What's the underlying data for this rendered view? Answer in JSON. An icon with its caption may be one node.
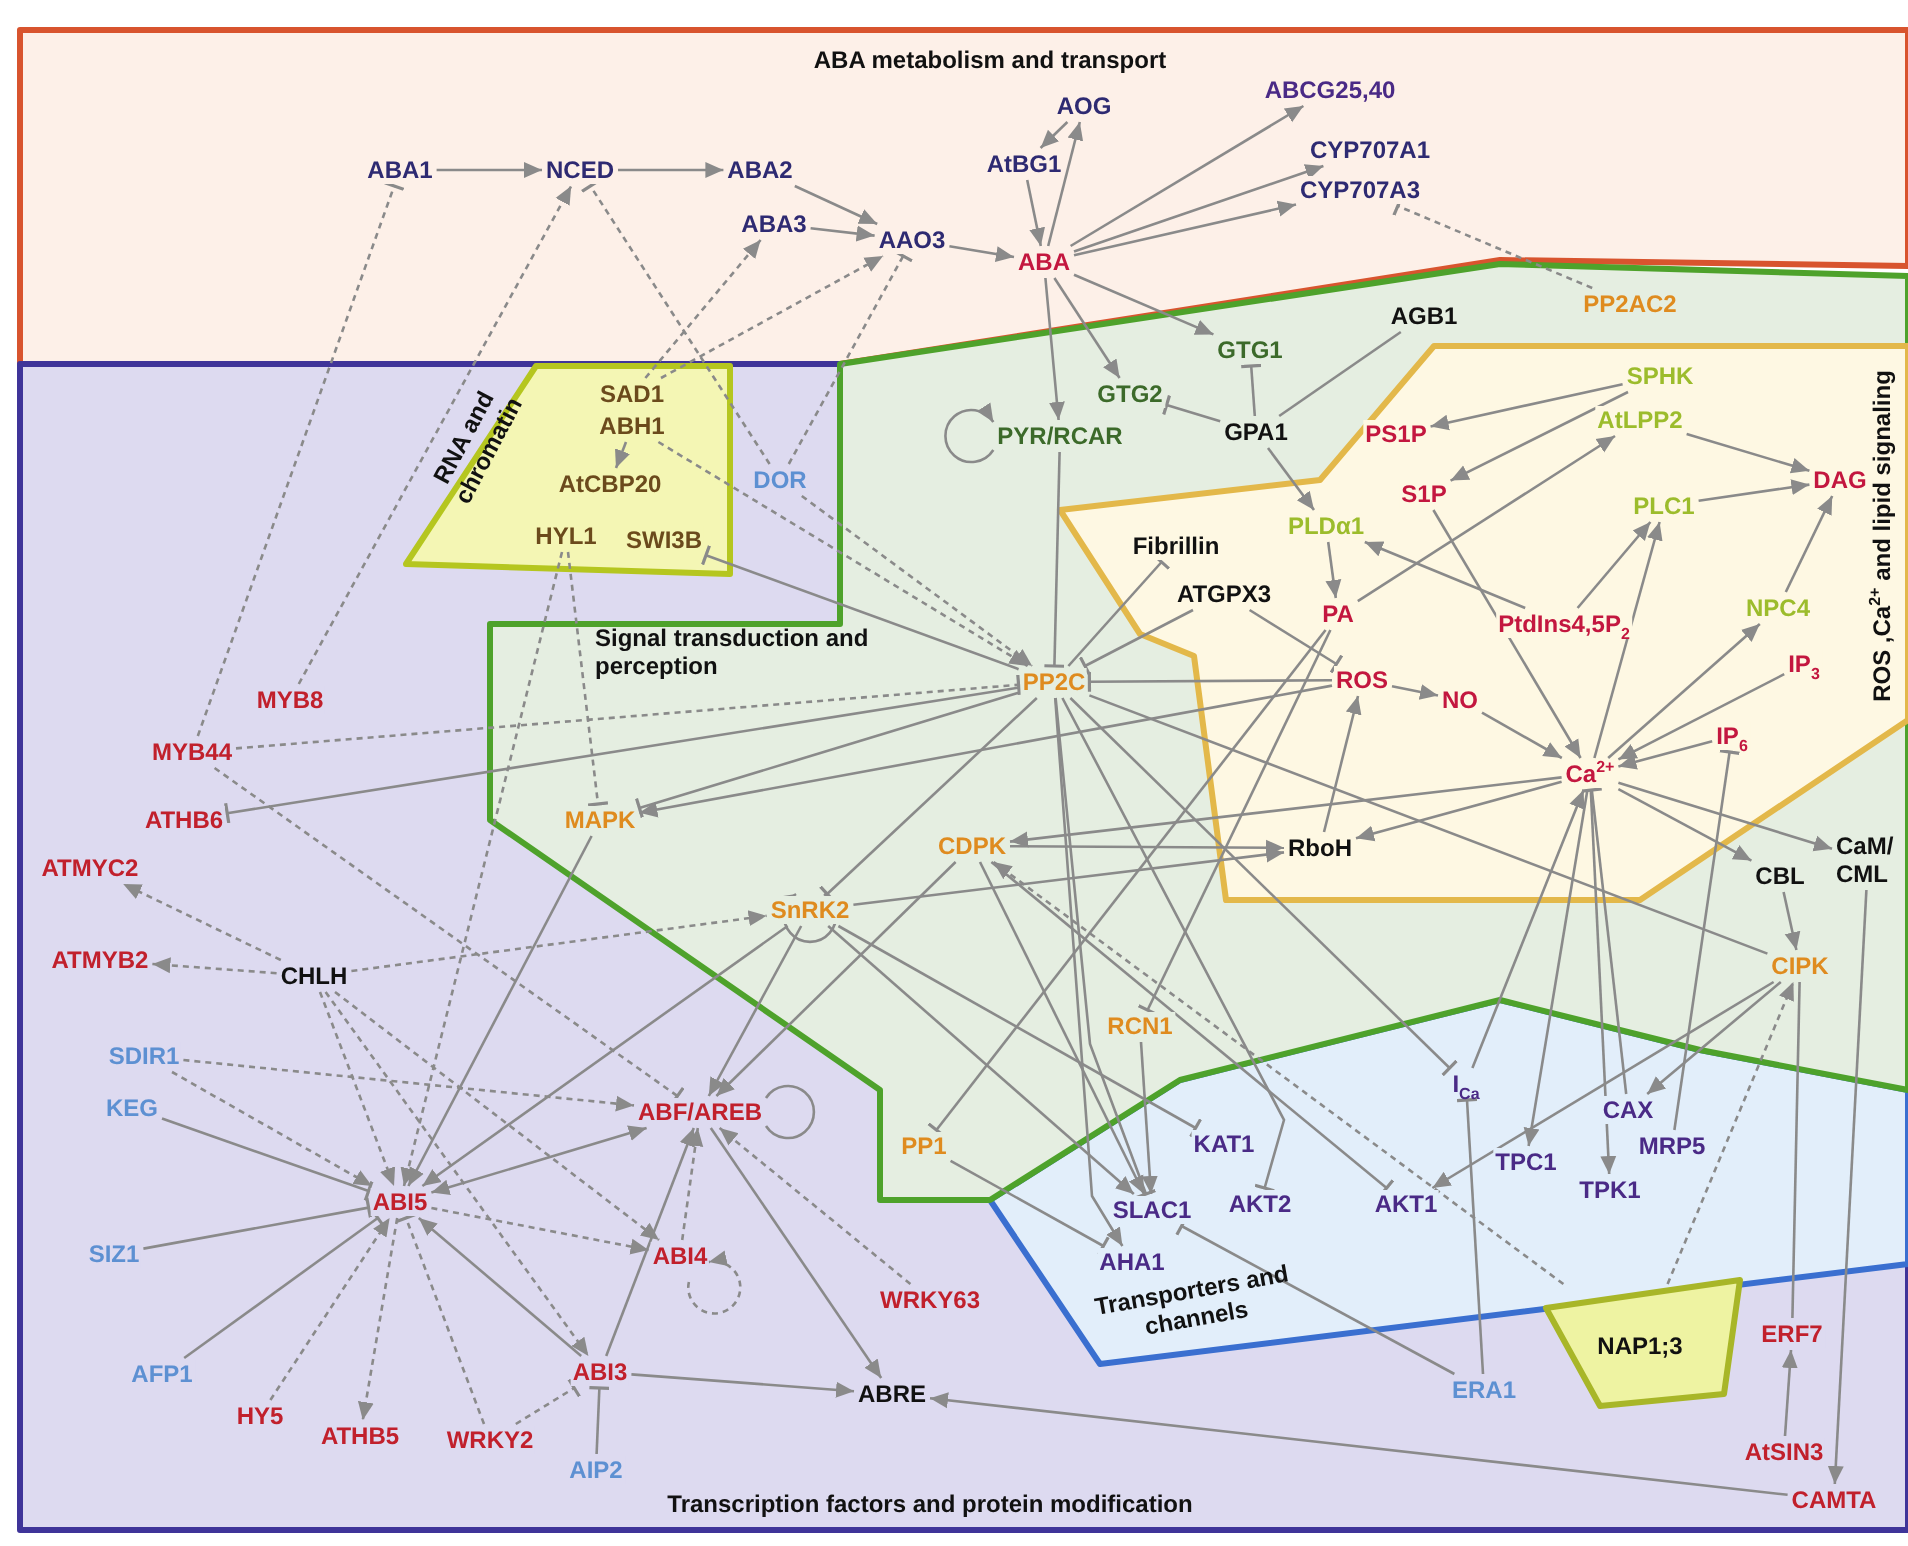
{
  "diagram": {
    "nodes": [
      {
        "text": [
          "ABA metabolism and transport"
        ]
      },
      {
        "text": [
          "Transcription factors and protein modification"
        ]
      },
      {
        "text": [
          "RNA and chromatin"
        ],
        "in": 1
      },
      {
        "text": [
          "Signal transduction and perception"
        ]
      },
      {
        "text": [
          "ROS ,Ca$^{2+}$ and lipid signaling"
        ],
        "in": 3
      },
      {
        "text": [
          "Transporters and channels"
        ],
        "in": 1
      },
      {
        "text": [
          "NAP1;3"
        ],
        "in": 1
      },
      {
        "text": [
          "ABA1"
        ],
        "in": 0
      },
      {
        "text": [
          "NCED"
        ],
        "in": 0
      },
      {
        "text": [
          "ABA2"
        ],
        "in": 0
      },
      {
        "text": [
          "ABA3"
        ],
        "in": 0
      },
      {
        "text": [
          "AAO3"
        ],
        "in": 0
      },
      {
        "text": [
          "AOG"
        ],
        "in": 0
      },
      {
        "text": [
          "AtBG1"
        ],
        "in": 0
      },
      {
        "text": [
          "ABA"
        ],
        "in": 0
      },
      {
        "text": [
          "ABCG25,40"
        ],
        "in": 0
      },
      {
        "text": [
          "CYP707A1"
        ],
        "in": 0
      },
      {
        "text": [
          "CYP707A3"
        ],
        "in": 0
      },
      {
        "text": [
          "PP2AC2"
        ],
        "in": 3
      },
      {
        "text": [
          "AGB1"
        ],
        "in": 3
      },
      {
        "text": [
          "GTG1"
        ],
        "in": 3
      },
      {
        "text": [
          "GTG2"
        ],
        "in": 3
      },
      {
        "text": [
          "GPA1"
        ],
        "in": 3
      },
      {
        "text": [
          "PYR/RCAR"
        ],
        "in": 3
      },
      {
        "text": [
          "SAD1"
        ],
        "in": 2
      },
      {
        "text": [
          "ABH1"
        ],
        "in": 2
      },
      {
        "text": [
          "AtCBP20"
        ],
        "in": 2
      },
      {
        "text": [
          "HYL1"
        ],
        "in": 2
      },
      {
        "text": [
          "SWI3B"
        ],
        "in": 2
      },
      {
        "text": [
          "DOR"
        ],
        "in": 1
      },
      {
        "text": [
          "SPHK"
        ],
        "in": 4
      },
      {
        "text": [
          "PS1P"
        ],
        "in": 4
      },
      {
        "text": [
          "AtLPP2"
        ],
        "in": 4
      },
      {
        "text": [
          "DAG"
        ],
        "in": 4
      },
      {
        "text": [
          "S1P"
        ],
        "in": 4
      },
      {
        "text": [
          "PLC1"
        ],
        "in": 4
      },
      {
        "text": [
          "PLDα1"
        ],
        "in": 4
      },
      {
        "text": [
          "Fibrillin"
        ],
        "in": 4
      },
      {
        "text": [
          "ATGPX3"
        ],
        "in": 4
      },
      {
        "text": [
          "PA"
        ],
        "in": 4
      },
      {
        "text": [
          "PtdIns4,5P$_{2}$"
        ],
        "in": 4
      },
      {
        "text": [
          "NPC4"
        ],
        "in": 4
      },
      {
        "text": [
          "IP$_{3}$"
        ],
        "in": 4
      },
      {
        "text": [
          "ROS"
        ],
        "in": 4
      },
      {
        "text": [
          "NO"
        ],
        "in": 4
      },
      {
        "text": [
          "Ca$^{2+}$"
        ],
        "in": 4
      },
      {
        "text": [
          "IP$_{6}$"
        ],
        "in": 4
      },
      {
        "text": [
          "RboH"
        ],
        "in": 4
      },
      {
        "text": [
          "CaM/ CML"
        ],
        "in": 3
      },
      {
        "text": [
          "CBL"
        ],
        "in": 3
      },
      {
        "text": [
          "CIPK"
        ],
        "in": 3
      },
      {
        "text": [
          "PP2C"
        ],
        "in": 3
      },
      {
        "text": [
          "MAPK"
        ],
        "in": 3
      },
      {
        "text": [
          "SnRK2"
        ],
        "in": 3
      },
      {
        "text": [
          "CDPK"
        ],
        "in": 3
      },
      {
        "text": [
          "RCN1"
        ],
        "in": 3
      },
      {
        "text": [
          "PP1"
        ],
        "in": 3
      },
      {
        "text": [
          "I$_{Ca}$"
        ],
        "in": 5
      },
      {
        "text": [
          "KAT1"
        ],
        "in": 5
      },
      {
        "text": [
          "SLAC1"
        ],
        "in": 5
      },
      {
        "text": [
          "AKT2"
        ],
        "in": 5
      },
      {
        "text": [
          "AKT1"
        ],
        "in": 5
      },
      {
        "text": [
          "AHA1"
        ],
        "in": 5
      },
      {
        "text": [
          "TPC1"
        ],
        "in": 5
      },
      {
        "text": [
          "CAX"
        ],
        "in": 5
      },
      {
        "text": [
          "MRP5"
        ],
        "in": 5
      },
      {
        "text": [
          "TPK1"
        ],
        "in": 5
      },
      {
        "text": [
          "ERA1"
        ],
        "in": 1
      },
      {
        "text": [
          "ERF7"
        ],
        "in": 1
      },
      {
        "text": [
          "AtSIN3"
        ],
        "in": 1
      },
      {
        "text": [
          "CAMTA"
        ],
        "in": 1
      },
      {
        "text": [
          "WRKY63"
        ],
        "in": 1
      },
      {
        "text": [
          "ABF/AREB"
        ],
        "in": 1
      },
      {
        "text": [
          "ABI5"
        ],
        "in": 1
      },
      {
        "text": [
          "ABI4"
        ],
        "in": 1
      },
      {
        "text": [
          "ABI3"
        ],
        "in": 1
      },
      {
        "text": [
          "ABRE"
        ],
        "in": 1
      },
      {
        "text": [
          "SDIR1"
        ],
        "in": 1
      },
      {
        "text": [
          "KEG"
        ],
        "in": 1
      },
      {
        "text": [
          "SIZ1"
        ],
        "in": 1
      },
      {
        "text": [
          "AFP1"
        ],
        "in": 1
      },
      {
        "text": [
          "HY5"
        ],
        "in": 1
      },
      {
        "text": [
          "ATHB5"
        ],
        "in": 1
      },
      {
        "text": [
          "WRKY2"
        ],
        "in": 1
      },
      {
        "text": [
          "AIP2"
        ],
        "in": 1
      },
      {
        "text": [
          "MYB8"
        ],
        "in": 1
      },
      {
        "text": [
          "MYB44"
        ],
        "in": 1
      },
      {
        "text": [
          "ATHB6"
        ],
        "in": 1
      },
      {
        "text": [
          "ATMYC2"
        ],
        "in": 1
      },
      {
        "text": [
          "ATMYB2"
        ],
        "in": 1
      },
      {
        "text": [
          "CHLH"
        ],
        "in": 1
      }
    ],
    "edges": [
      {
        "from": 7,
        "to": 8,
        "arrow": "to"
      },
      {
        "from": 8,
        "to": 9,
        "arrow": "to"
      },
      {
        "from": 9,
        "to": 11,
        "arrow": "to"
      },
      {
        "from": 10,
        "to": 11,
        "arrow": "to"
      },
      {
        "from": 11,
        "to": 14,
        "arrow": "to"
      },
      {
        "from": 13,
        "to": 14,
        "arrow": "to"
      },
      {
        "from": 12,
        "to": 13,
        "arrow": "to"
      },
      {
        "from": 14,
        "to": 12,
        "arrow": "to"
      },
      {
        "from": 14,
        "to": 15,
        "arrow": "to"
      },
      {
        "from": 14,
        "to": 16,
        "arrow": "to"
      },
      {
        "from": 14,
        "to": 17,
        "arrow": "to"
      },
      {
        "from": 14,
        "to": 20,
        "arrow": "to"
      },
      {
        "from": 14,
        "to": 21,
        "arrow": "to"
      },
      {
        "from": 14,
        "to": 23,
        "arrow": "to"
      },
      {
        "from": 18,
        "to": 17,
        "arrow": "other",
        "style": "dashed"
      },
      {
        "from": 23,
        "to": 23,
        "arrow": "to"
      },
      {
        "from": 23,
        "to": 51,
        "arrow": "other"
      },
      {
        "from": 22,
        "to": 20,
        "arrow": "other"
      },
      {
        "from": 22,
        "to": 21,
        "arrow": "other"
      },
      {
        "from": 19,
        "to": 22,
        "arrow": "none"
      },
      {
        "from": 22,
        "to": 36,
        "arrow": "to"
      },
      {
        "from": 30,
        "to": 31,
        "arrow": "to"
      },
      {
        "from": 30,
        "to": 34,
        "arrow": "to"
      },
      {
        "from": 32,
        "to": 33,
        "arrow": "to"
      },
      {
        "from": 35,
        "to": 33,
        "arrow": "to"
      },
      {
        "from": 39,
        "to": 32,
        "arrow": "to"
      },
      {
        "from": 36,
        "to": 39,
        "arrow": "to"
      },
      {
        "from": 40,
        "to": 36,
        "arrow": "to"
      },
      {
        "from": 40,
        "to": 35,
        "arrow": "to"
      },
      {
        "from": 34,
        "to": 45,
        "arrow": "to"
      },
      {
        "from": 45,
        "to": 41,
        "arrow": "to"
      },
      {
        "from": 41,
        "to": 33,
        "arrow": "to"
      },
      {
        "from": 45,
        "to": 35,
        "arrow": "to"
      },
      {
        "from": 42,
        "to": 45,
        "arrow": "to"
      },
      {
        "from": 46,
        "to": 45,
        "arrow": "to"
      },
      {
        "from": 43,
        "to": 44,
        "arrow": "to"
      },
      {
        "from": 44,
        "to": 45,
        "arrow": "to"
      },
      {
        "from": 45,
        "to": 47,
        "arrow": "to"
      },
      {
        "from": 47,
        "to": 43,
        "arrow": "to"
      },
      {
        "from": 45,
        "to": 54,
        "arrow": "to"
      },
      {
        "from": 45,
        "to": 48,
        "arrow": "to"
      },
      {
        "from": 45,
        "to": 49,
        "arrow": "to"
      },
      {
        "from": 49,
        "to": 50,
        "arrow": "to"
      },
      {
        "from": 38,
        "to": 43,
        "arrow": "other"
      },
      {
        "from": 51,
        "to": 37,
        "arrow": "other"
      },
      {
        "from": 38,
        "to": 51,
        "arrow": "other"
      },
      {
        "from": 43,
        "to": 51,
        "arrow": "other"
      },
      {
        "from": 54,
        "to": 47,
        "arrow": "to"
      },
      {
        "from": 53,
        "to": 47,
        "arrow": "to"
      },
      {
        "from": 51,
        "to": 52,
        "arrow": "other"
      },
      {
        "from": 43,
        "to": 52,
        "arrow": "to"
      },
      {
        "from": 51,
        "to": 53,
        "arrow": "other"
      },
      {
        "from": 51,
        "to": 87,
        "arrow": "other"
      },
      {
        "from": 86,
        "to": 51,
        "arrow": "other",
        "style": "dashed"
      },
      {
        "from": 53,
        "to": 53,
        "arrow": "to"
      },
      {
        "from": 53,
        "to": 72,
        "arrow": "to"
      },
      {
        "from": 54,
        "to": 72,
        "arrow": "to"
      },
      {
        "from": 52,
        "to": 73,
        "arrow": "to"
      },
      {
        "from": 53,
        "to": 73,
        "arrow": "to"
      },
      {
        "from": 53,
        "to": 59,
        "arrow": "to"
      },
      {
        "from": 53,
        "to": 58,
        "arrow": "other"
      },
      {
        "from": 54,
        "to": 59,
        "arrow": "to"
      },
      {
        "from": 54,
        "to": 61,
        "arrow": "other"
      },
      {
        "from": 51,
        "to": 59,
        "arrow": "other"
      },
      {
        "from": 51,
        "to": 60,
        "arrow": "other"
      },
      {
        "from": 51,
        "to": 62,
        "arrow": "to"
      },
      {
        "from": 51,
        "to": 57,
        "arrow": "other"
      },
      {
        "from": 51,
        "to": 50,
        "arrow": "none"
      },
      {
        "from": 39,
        "to": 56,
        "arrow": "other"
      },
      {
        "from": 39,
        "to": 55,
        "arrow": "other"
      },
      {
        "from": 55,
        "to": 59,
        "arrow": "to"
      },
      {
        "from": 56,
        "to": 62,
        "arrow": "other"
      },
      {
        "from": 57,
        "to": 45,
        "arrow": "to"
      },
      {
        "from": 45,
        "to": 63,
        "arrow": "to"
      },
      {
        "from": 45,
        "to": 66,
        "arrow": "to"
      },
      {
        "from": 64,
        "to": 45,
        "arrow": "other"
      },
      {
        "from": 50,
        "to": 61,
        "arrow": "to"
      },
      {
        "from": 50,
        "to": 64,
        "arrow": "to"
      },
      {
        "from": 65,
        "to": 46,
        "arrow": "other"
      },
      {
        "from": 67,
        "to": 57,
        "arrow": "other"
      },
      {
        "from": 67,
        "to": 59,
        "arrow": "other"
      },
      {
        "from": 6,
        "to": 54,
        "arrow": "to",
        "style": "dashed"
      },
      {
        "from": 6,
        "to": 50,
        "arrow": "to",
        "style": "dashed"
      },
      {
        "from": 48,
        "to": 70,
        "arrow": "to"
      },
      {
        "from": 70,
        "to": 76,
        "arrow": "to"
      },
      {
        "from": 69,
        "to": 68,
        "arrow": "to"
      },
      {
        "from": 50,
        "to": 68,
        "arrow": "none"
      },
      {
        "from": 77,
        "to": 73,
        "arrow": "to",
        "style": "dashed"
      },
      {
        "from": 77,
        "to": 72,
        "arrow": "to",
        "style": "dashed"
      },
      {
        "from": 78,
        "to": 73,
        "arrow": "other"
      },
      {
        "from": 79,
        "to": 73,
        "arrow": "other"
      },
      {
        "from": 80,
        "to": 73,
        "arrow": "other"
      },
      {
        "from": 81,
        "to": 73,
        "arrow": "to",
        "style": "dashed"
      },
      {
        "from": 73,
        "to": 82,
        "arrow": "to",
        "style": "dashed"
      },
      {
        "from": 83,
        "to": 73,
        "arrow": "other",
        "style": "dashed"
      },
      {
        "from": 75,
        "to": 73,
        "arrow": "to"
      },
      {
        "from": 73,
        "to": 72,
        "arrow": "both"
      },
      {
        "from": 73,
        "to": 74,
        "arrow": "to",
        "style": "dashed"
      },
      {
        "from": 75,
        "to": 72,
        "arrow": "to"
      },
      {
        "from": 75,
        "to": 76,
        "arrow": "to"
      },
      {
        "from": 84,
        "to": 75,
        "arrow": "other"
      },
      {
        "from": 83,
        "to": 75,
        "arrow": "other",
        "style": "dashed"
      },
      {
        "from": 72,
        "to": 76,
        "arrow": "to"
      },
      {
        "from": 71,
        "to": 72,
        "arrow": "to",
        "style": "dashed"
      },
      {
        "from": 74,
        "to": 72,
        "arrow": "to",
        "style": "dashed"
      },
      {
        "from": 74,
        "to": 74,
        "arrow": "to",
        "style": "dashed"
      },
      {
        "from": 72,
        "to": 72,
        "arrow": "none"
      },
      {
        "from": 90,
        "to": 88,
        "arrow": "to",
        "style": "dashed"
      },
      {
        "from": 90,
        "to": 89,
        "arrow": "to",
        "style": "dashed"
      },
      {
        "from": 90,
        "to": 53,
        "arrow": "to",
        "style": "dashed"
      },
      {
        "from": 90,
        "to": 73,
        "arrow": "to",
        "style": "dashed"
      },
      {
        "from": 90,
        "to": 74,
        "arrow": "to",
        "style": "dashed"
      },
      {
        "from": 90,
        "to": 75,
        "arrow": "to",
        "style": "dashed"
      },
      {
        "from": 86,
        "to": 72,
        "arrow": "other",
        "style": "dashed"
      },
      {
        "from": 86,
        "to": 7,
        "arrow": "other",
        "style": "dashed"
      },
      {
        "from": 85,
        "to": 8,
        "arrow": "to",
        "style": "dashed"
      },
      {
        "from": 27,
        "to": 52,
        "arrow": "other",
        "style": "dashed"
      },
      {
        "from": 27,
        "to": 73,
        "arrow": "to",
        "style": "dashed"
      },
      {
        "from": 24,
        "to": 10,
        "arrow": "to",
        "style": "dashed"
      },
      {
        "from": 24,
        "to": 11,
        "arrow": "to",
        "style": "dashed"
      },
      {
        "from": 25,
        "to": 26,
        "arrow": "to"
      },
      {
        "from": 29,
        "to": 8,
        "arrow": "other",
        "style": "dashed"
      },
      {
        "from": 29,
        "to": 11,
        "arrow": "other",
        "style": "dashed"
      },
      {
        "from": 25,
        "to": 51,
        "arrow": "to",
        "style": "dashed"
      },
      {
        "from": 29,
        "to": 51,
        "arrow": "to",
        "style": "dashed"
      },
      {
        "from": 51,
        "to": 28,
        "arrow": "other"
      }
    ]
  }
}
